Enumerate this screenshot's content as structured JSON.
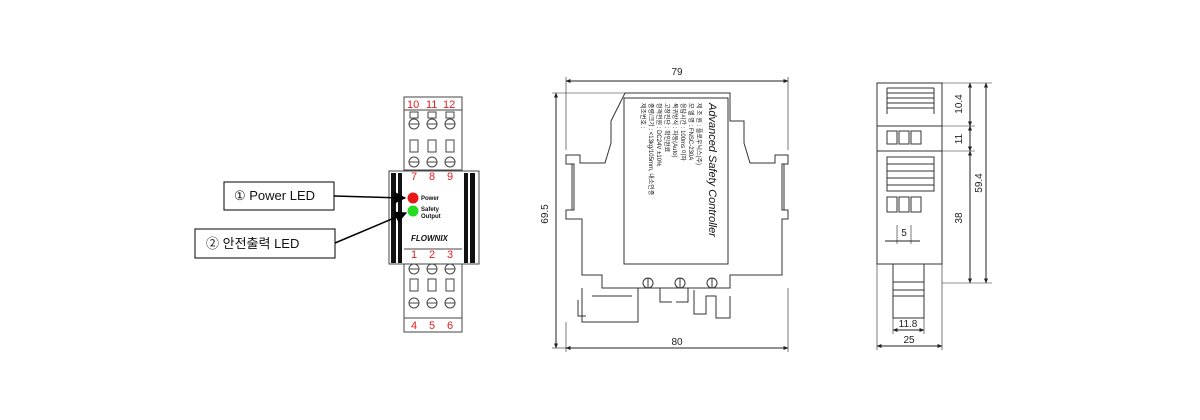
{
  "callouts": {
    "power": "① Power LED",
    "safety": "② 안전출력 LED"
  },
  "front": {
    "terminals_top": [
      "10",
      "11",
      "12"
    ],
    "terminals_mid": [
      "7",
      "8",
      "9"
    ],
    "terminals_bottom_upper": [
      "1",
      "2",
      "3"
    ],
    "terminals_bottom": [
      "4",
      "5",
      "6"
    ],
    "led_power_label": "Power",
    "led_safety_label_1": "Safety",
    "led_safety_label_2": "Output",
    "brand": "FLOWNIX",
    "colors": {
      "power_led": "#e81818",
      "safety_led": "#22dd22",
      "terminal_number": "#e02020"
    }
  },
  "side": {
    "title": "Advanced Safety Controller",
    "spec_lines": [
      "제 조 원 : 플로우닉스(주)",
      "모 델 명 : FNSC-230A",
      "응답시간 : 100ms 이하",
      "복귀방식 : 자동(Auto)",
      "고장진단 : 확인완료",
      "정격전원 : DC24V ±10%",
      "중량/크기 : <13kg/105mm, 내소인증",
      "제조번호 :"
    ],
    "dim_width_top": "79",
    "dim_height": "69.5",
    "dim_width_bottom": "80"
  },
  "end": {
    "dim_top": "10.4",
    "dim_mid": "11",
    "dim_lower": "38",
    "dim_total": "59.4",
    "dim_pitch": "5",
    "dim_rail": "11.8",
    "dim_width": "25"
  }
}
